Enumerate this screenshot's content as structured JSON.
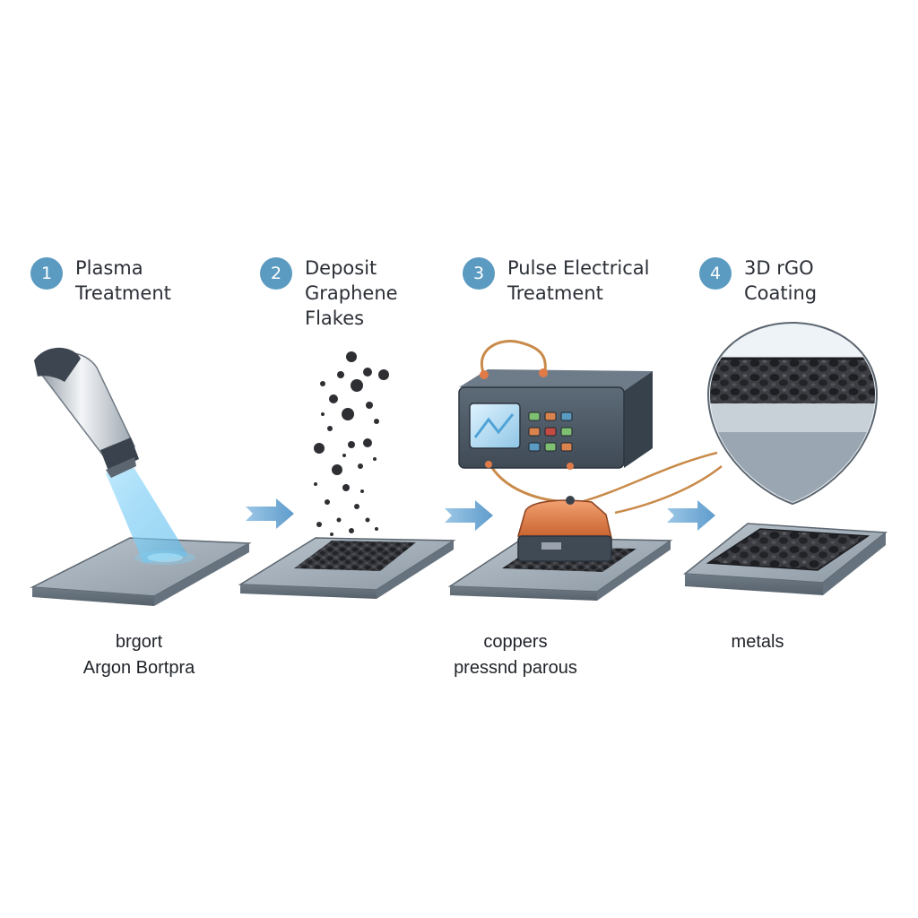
{
  "steps": [
    {
      "number": "1",
      "title": "Plasma\nTreatment"
    },
    {
      "number": "2",
      "title": "Deposit\nGraphene\nFlakes"
    },
    {
      "number": "3",
      "title": "Pulse Electrical\nTreatment"
    },
    {
      "number": "4",
      "title": "3D rGO\nCoating"
    }
  ],
  "captions": [
    {
      "line1": "brgort",
      "line2": "Argon Bortpra"
    },
    {
      "line1": "coppers",
      "line2": "pressnd parous"
    },
    {
      "line1": "metals"
    }
  ],
  "colors": {
    "badge": "#5b9bc2",
    "arrow": "#6aa6cf",
    "plate": "#8f9aa5",
    "plasma_beam": "#7fd0f5",
    "device_body": "#4d5a66",
    "electrode": "#e07b48",
    "wire": "#c98a4a",
    "graphene": "#2e2f33"
  },
  "icons": [
    "plasma-torch-icon",
    "graphene-flakes-icon",
    "pulse-generator-icon",
    "coating-magnifier-icon",
    "process-arrow-icon"
  ]
}
